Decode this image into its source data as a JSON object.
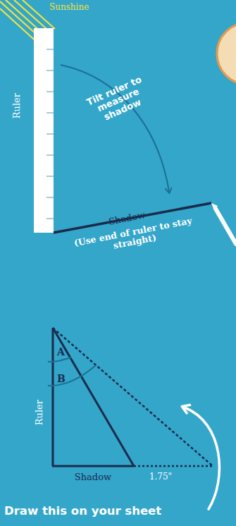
{
  "diagram": {
    "labels": [
      "Sunshine",
      "Ruler",
      "Tilt ruler to measure shadow",
      "Shadow",
      "(Use end of ruler to stay straight)",
      "A",
      "B",
      "Ruler",
      "Shadow",
      "1.75\"",
      "Draw this on your sheet"
    ]
  }
}
